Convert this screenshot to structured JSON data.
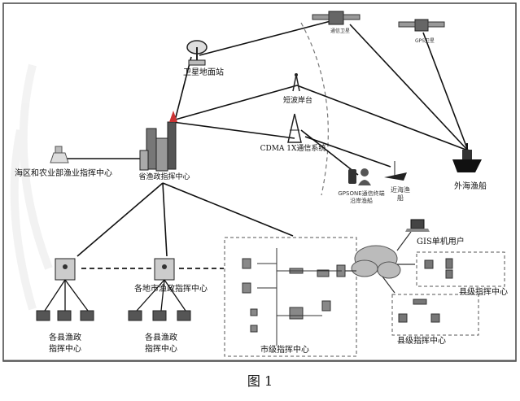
{
  "caption": "图 1",
  "nodes": {
    "satellite_comm": "通信卫星",
    "satellite_gps": "GPS卫星",
    "ground_station": "卫星地面站",
    "shortwave": "短波岸台",
    "cdma": "CDMA 1X通信系统",
    "mobile_user": "GPSONE通信终端\n沿岸渔船",
    "nearshore_boat": "近海渔\n船",
    "offshore_boat": "外海渔船",
    "ministry": "海区和农业部渔业指挥中心",
    "provincial": "省渔政指挥中心",
    "city_centers": "各地市渔政指挥中心",
    "county_left": "各县渔政\n指挥中心",
    "county_mid": "各县渔政\n指挥中心",
    "city_box": "市级指挥中心",
    "gis_user": "GIS单机用户",
    "county_right1": "县级指挥中心",
    "county_right2": "县级指挥中心"
  }
}
